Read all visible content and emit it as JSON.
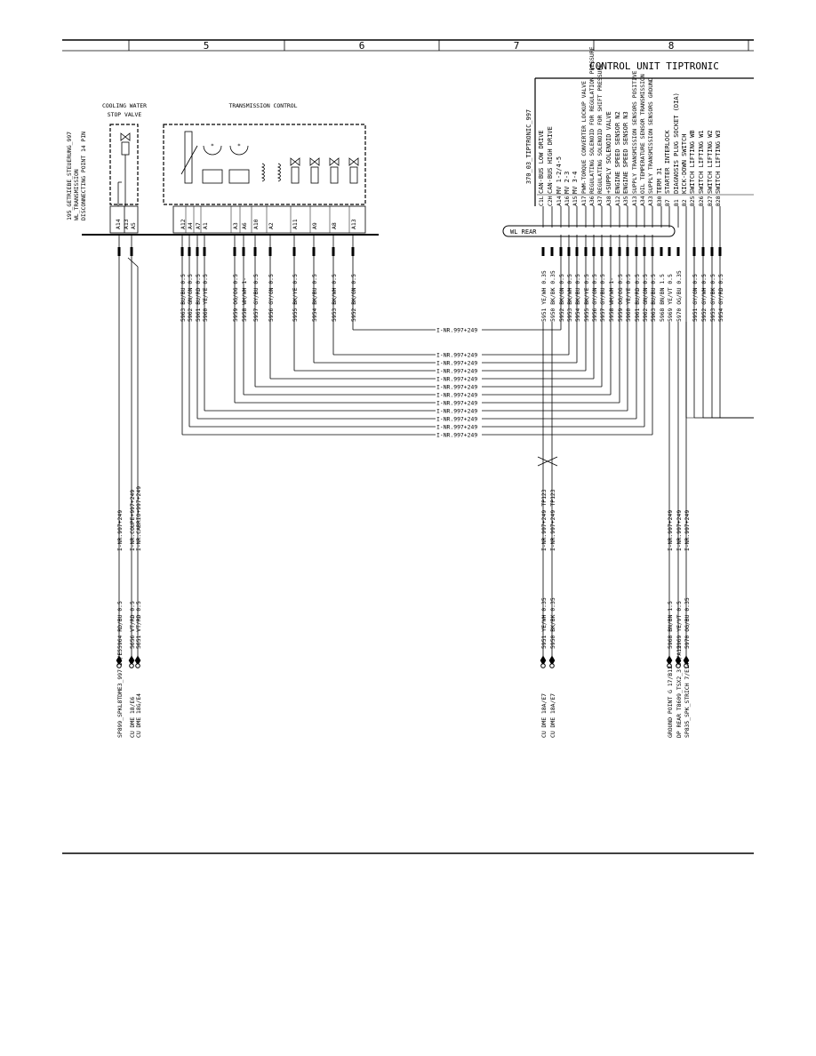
{
  "grid_columns": [
    "5",
    "6",
    "7",
    "8"
  ],
  "control_unit": {
    "title": "CONTROL UNIT TIPTRONIC",
    "part": "370_03_TIPTRONIC_997",
    "bus": "WL REAR",
    "pins": [
      {
        "pin": "C1L",
        "label": "CAN-BUS LOW DRIVE",
        "wire": "5951 YE/WH 0.35",
        "small": false
      },
      {
        "pin": "C2H",
        "label": "CAN-BUS HIGH DRIVE",
        "wire": "5950 BK/BK 0.35",
        "small": false
      },
      {
        "pin": "A14",
        "label": "MV 1-2/4-5",
        "wire": "5952 BK/GN 0.5",
        "small": false
      },
      {
        "pin": "A16",
        "label": "MV 2-3",
        "wire": "5953 BK/WH 0.5",
        "small": false
      },
      {
        "pin": "A15",
        "label": "MV 3-4",
        "wire": "5954 BK/BU 0.5",
        "small": false
      },
      {
        "pin": "A17",
        "label": "PWM-TORQUE CONVERTER LOCKUP VALVE",
        "wire": "5955 BK/YE 0.5",
        "small": true
      },
      {
        "pin": "A36",
        "label": "REGULATING SOLENOID FOR REGULATION PRESSURE",
        "wire": "5956 GY/GN 0.5",
        "small": true
      },
      {
        "pin": "A37",
        "label": "REGULATING SOLENOID FOR SHIFT PRESSURE",
        "wire": "5957 GY/BU 0.5",
        "small": true
      },
      {
        "pin": "A38",
        "label": "+SUPPLY SOLENOID VALVE",
        "wire": "5958 WH/WH 1-",
        "small": false
      },
      {
        "pin": "A12",
        "label": "ENGINE SPEED SENSOR N2",
        "wire": "5959 OG/OG 0.5",
        "small": false
      },
      {
        "pin": "A35",
        "label": "ENGINE SPEED SENSOR N3",
        "wire": "5960 YE/YE 0.5",
        "small": false
      },
      {
        "pin": "A13",
        "label": "SUPPLY TRANSMISSION SENSORS POSITIVE",
        "wire": "5961 BU/RD 0.5",
        "small": true
      },
      {
        "pin": "A34",
        "label": "OIL TEMPERATURE SENSOR TRANSMISSION",
        "wire": "5962 GN/GN 0.5",
        "small": true
      },
      {
        "pin": "A33",
        "label": "SUPPLY TRANSMISSION SENSORS GROUND",
        "wire": "5963 BU/BU 0.5",
        "small": true
      },
      {
        "pin": "B30",
        "label": "TERM 31",
        "wire": "5968 BN/BN 1.5",
        "small": false
      },
      {
        "pin": "B7",
        "label": "STARTER INTERLOCK",
        "wire": "5969 YE/VT 0.5",
        "small": false
      },
      {
        "pin": "B1",
        "label": "DIAGNOSIS PLUG SOCKET (DIA)",
        "wire": "5970 OG/BU 0.35",
        "small": false
      },
      {
        "pin": "B2",
        "label": "KICK-DOWN SWITCH",
        "wire": "",
        "small": false
      },
      {
        "pin": "B25",
        "label": "SWITCH LIFTING WB",
        "wire": "5951 GY/GN 0.5",
        "small": false
      },
      {
        "pin": "B26",
        "label": "SWITCH LIFTING W1",
        "wire": "5952 GY/WH 0.5",
        "small": false
      },
      {
        "pin": "B27",
        "label": "SWITCH LIFTING W2",
        "wire": "5953 GY/BK 0.5",
        "small": false
      },
      {
        "pin": "B28",
        "label": "SWITCH LIFTING W3",
        "wire": "5954 GY/RD 0.5",
        "small": false
      }
    ]
  },
  "left_connector": {
    "part": "195_GETRIEBE_STEUERUNG_997",
    "line2": "WL_TRANSMISSION",
    "line3": "DISCONNECTING POINT 14 PIN"
  },
  "cooling_valve": {
    "title_line1": "COOLING WATER",
    "title_line2": "STOP VALVE",
    "pins": [
      "A14",
      "A13",
      "A5"
    ]
  },
  "transmission_control": {
    "title": "TRANSMISSION CONTROL",
    "pins": [
      "A12",
      "A4",
      "A7",
      "A1",
      "A3",
      "A6",
      "A10",
      "A2",
      "A11",
      "A9",
      "A8",
      "A13"
    ],
    "wires": [
      {
        "pin": "A12",
        "label": "5963 BU/BU 0.5"
      },
      {
        "pin": "A4",
        "label": "5962 GN/GN 0.5"
      },
      {
        "pin": "A7",
        "label": "5961 BU/RD 0.5"
      },
      {
        "pin": "A1",
        "label": "5960 YE/YE 0.5"
      },
      {
        "pin": "A3",
        "label": "5959 OG/OG 0.5"
      },
      {
        "pin": "A6",
        "label": "5958 WH/WH 1-"
      },
      {
        "pin": "A10",
        "label": "5957 GY/BU 0.5"
      },
      {
        "pin": "A2",
        "label": "5956 GY/GN 0.5"
      },
      {
        "pin": "A11",
        "label": "5955 BK/YE 0.5"
      },
      {
        "pin": "A9",
        "label": "5954 BK/BU 0.5"
      },
      {
        "pin": "A8",
        "label": "5953 BK/WH 0.5"
      },
      {
        "pin": "A5",
        "label": "5952 BK/GN 0.5"
      }
    ]
  },
  "inr_label": "I-NR.997+249",
  "tp_label": "TP123",
  "left_bottom_wires": [
    {
      "label": "5964 RD/BU 0.5",
      "inr": "I-NR.997+249",
      "dest": "SP899_SPKL8TDME3_997  18/E5"
    },
    {
      "label": "5656 VT/RD 0.5",
      "inr": "I-NR.COUPE+997+249",
      "dest": "CU DME  18/E6"
    },
    {
      "label": "5651 VT/RD 0.5",
      "inr": "I-NR.CABRIO+997+249",
      "dest": "CU DME  18G/E4"
    }
  ],
  "mid_bottom_wires": [
    {
      "label": "5951 YE/WH 0.35",
      "inr": "I-NR.997+249",
      "dest": "CU DME  18A/E7"
    },
    {
      "label": "5950 BK/BK 0.35",
      "inr": "I-NR.997+249",
      "dest": "CU DME  18A/E7"
    }
  ],
  "right_bottom_wires": [
    {
      "label": "5968 BN/BN 1.5",
      "inr": "I-NR.997+249",
      "dest": "GROUND POINT G  17/B12"
    },
    {
      "label": "5969 YE/VT 0.5",
      "inr": "I-NR.997+249",
      "dest": "DP REAR T8609_TSX2_3  38/A12"
    },
    {
      "label": "5970 OG/BU 0.35",
      "inr": "I-NR.997+249",
      "dest": "SP835_SPK_STRICH  7/E14"
    }
  ]
}
